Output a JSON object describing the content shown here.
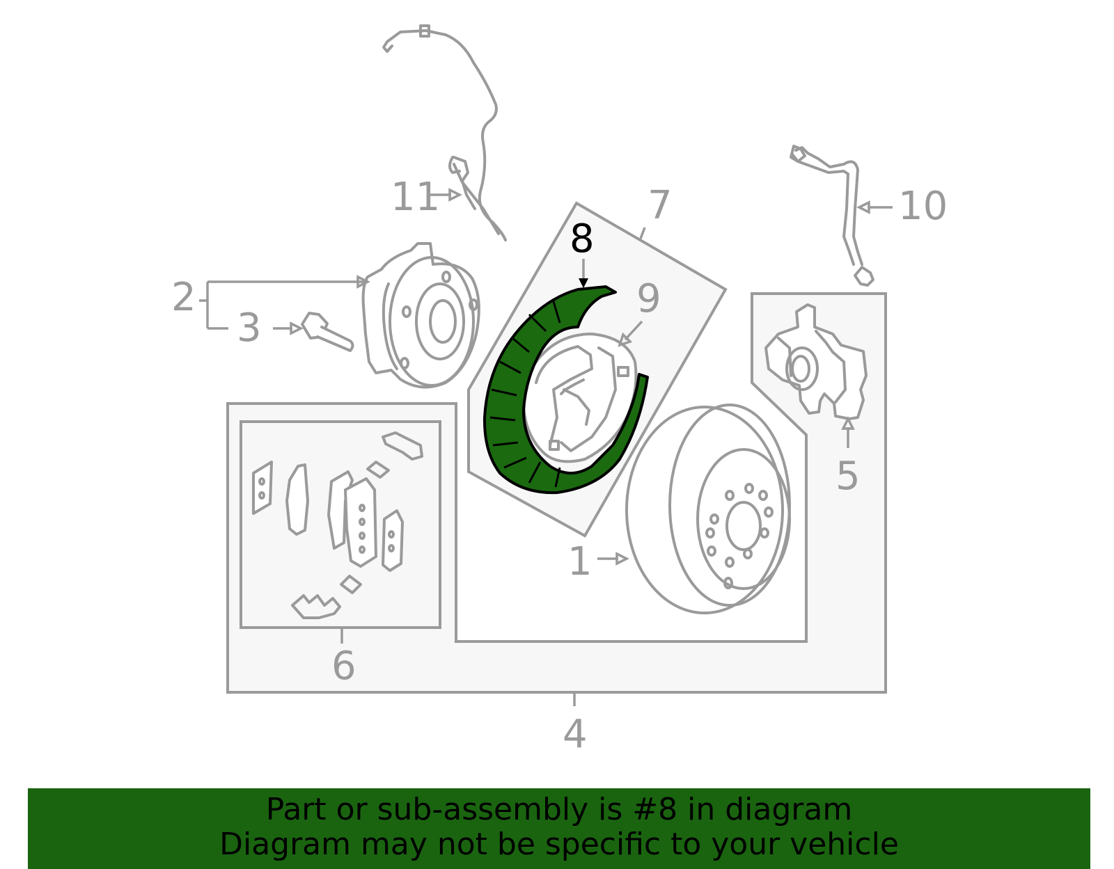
{
  "diagram": {
    "callouts": {
      "c1": "1",
      "c2": "2",
      "c3": "3",
      "c4": "4",
      "c5": "5",
      "c6": "6",
      "c7": "7",
      "c8": "8",
      "c9": "9",
      "c10": "10",
      "c11": "11"
    },
    "highlighted_part": "8",
    "colors": {
      "highlight_fill": "#1b6a10",
      "outline": "#9a9a9a",
      "banner_bg": "#1a6410"
    }
  },
  "banner": {
    "line1": "Part or sub-assembly is #8 in diagram",
    "line2": "Diagram may not be specific to your vehicle"
  }
}
